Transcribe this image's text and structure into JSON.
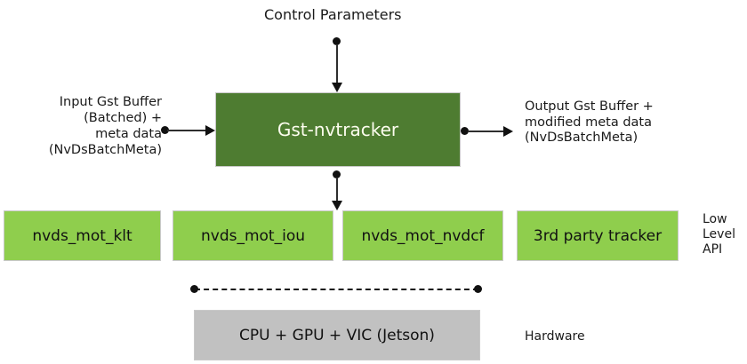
{
  "diagram": {
    "control_parameters_label": "Control Parameters",
    "tracker_box_label": "Gst-nvtracker",
    "input_label": [
      "Input Gst Buffer",
      "(Batched) +",
      "meta data",
      "(NvDsBatchMeta)"
    ],
    "output_label": [
      "Output Gst Buffer +",
      "modified meta data",
      "(NvDsBatchMeta)"
    ],
    "low_level_trackers": [
      "nvds_mot_klt",
      "nvds_mot_iou",
      "nvds_mot_nvdcf",
      "3rd party tracker"
    ],
    "low_level_api_label": [
      "Low",
      "Level",
      "API"
    ],
    "hardware_box_label": "CPU + GPU + VIC (Jetson)",
    "hardware_label": "Hardware",
    "colors": {
      "tracker_box_bg": "#4E7C31",
      "tracker_box_text": "#FDFDEF",
      "low_level_box_bg": "#8FCE4D",
      "hardware_box_bg": "#C1C1C1",
      "connector": "#111111",
      "text": "#1A1A1A"
    }
  }
}
